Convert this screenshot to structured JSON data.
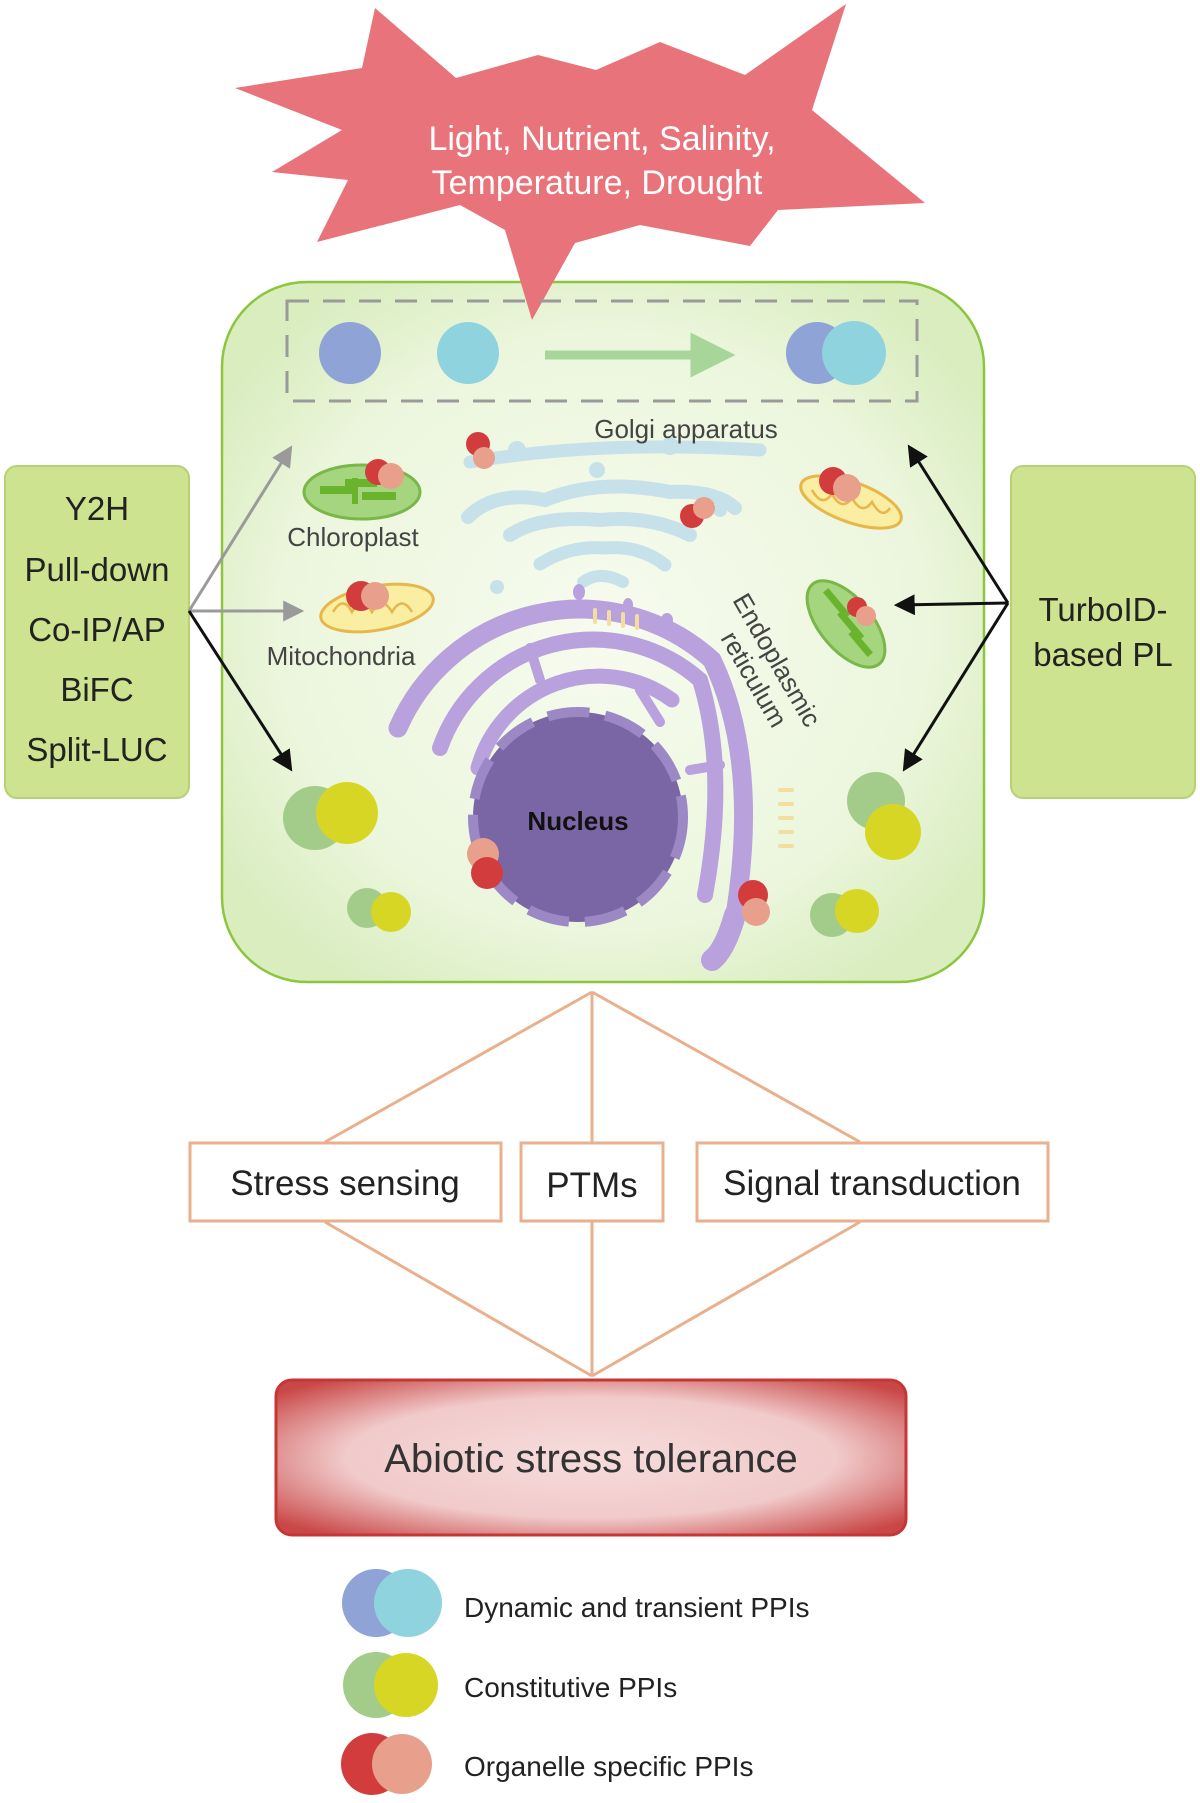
{
  "stimulus": {
    "line1": "Light, Nutrient, Salinity,",
    "line2": "Temperature, Drought"
  },
  "left_methods": [
    "Y2H",
    "Pull-down",
    "Co-IP/AP",
    "BiFC",
    "Split-LUC"
  ],
  "right_method": {
    "line1": "TurboID-",
    "line2": "based PL"
  },
  "organelles": {
    "golgi": "Golgi apparatus",
    "chloroplast": "Chloroplast",
    "mitochondria": "Mitochondria",
    "er_line1": "Endoplasmic",
    "er_line2": "reticulum",
    "nucleus": "Nucleus"
  },
  "processes": [
    "Stress sensing",
    "PTMs",
    "Signal transduction"
  ],
  "outcome": "Abiotic stress tolerance",
  "legend": [
    {
      "label": "Dynamic and transient PPIs",
      "colors": [
        "#8fa3d6",
        "#8fd3de"
      ]
    },
    {
      "label": "Constitutive PPIs",
      "colors": [
        "#a3cc8a",
        "#d8d624"
      ]
    },
    {
      "label": "Organelle specific PPIs",
      "colors": [
        "#d23c3c",
        "#e8a08c"
      ]
    }
  ],
  "colors": {
    "cell_border": "#8cc63f",
    "method_box": "#cde38f",
    "stimulus": "#e9737a",
    "connector": "#eab08e",
    "outcome_border": "#c73535",
    "nucleus": "#7b66a5",
    "er": "#b8a1dd"
  }
}
